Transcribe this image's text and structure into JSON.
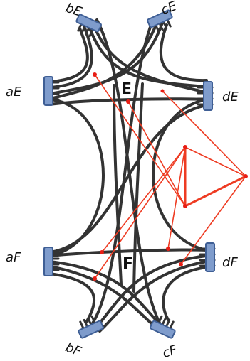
{
  "labels": {
    "aE": "aE",
    "bE": "bE",
    "cE": "cE",
    "dE": "dE",
    "aF": "aF",
    "bF": "bF",
    "cF": "cF",
    "dF": "dF",
    "E": "E",
    "F": "F"
  },
  "colors": {
    "wire": "#333333",
    "connector_fill": "#7f9ccc",
    "connector_stroke": "#3f5f95",
    "red_lines": "#ee3b22"
  }
}
